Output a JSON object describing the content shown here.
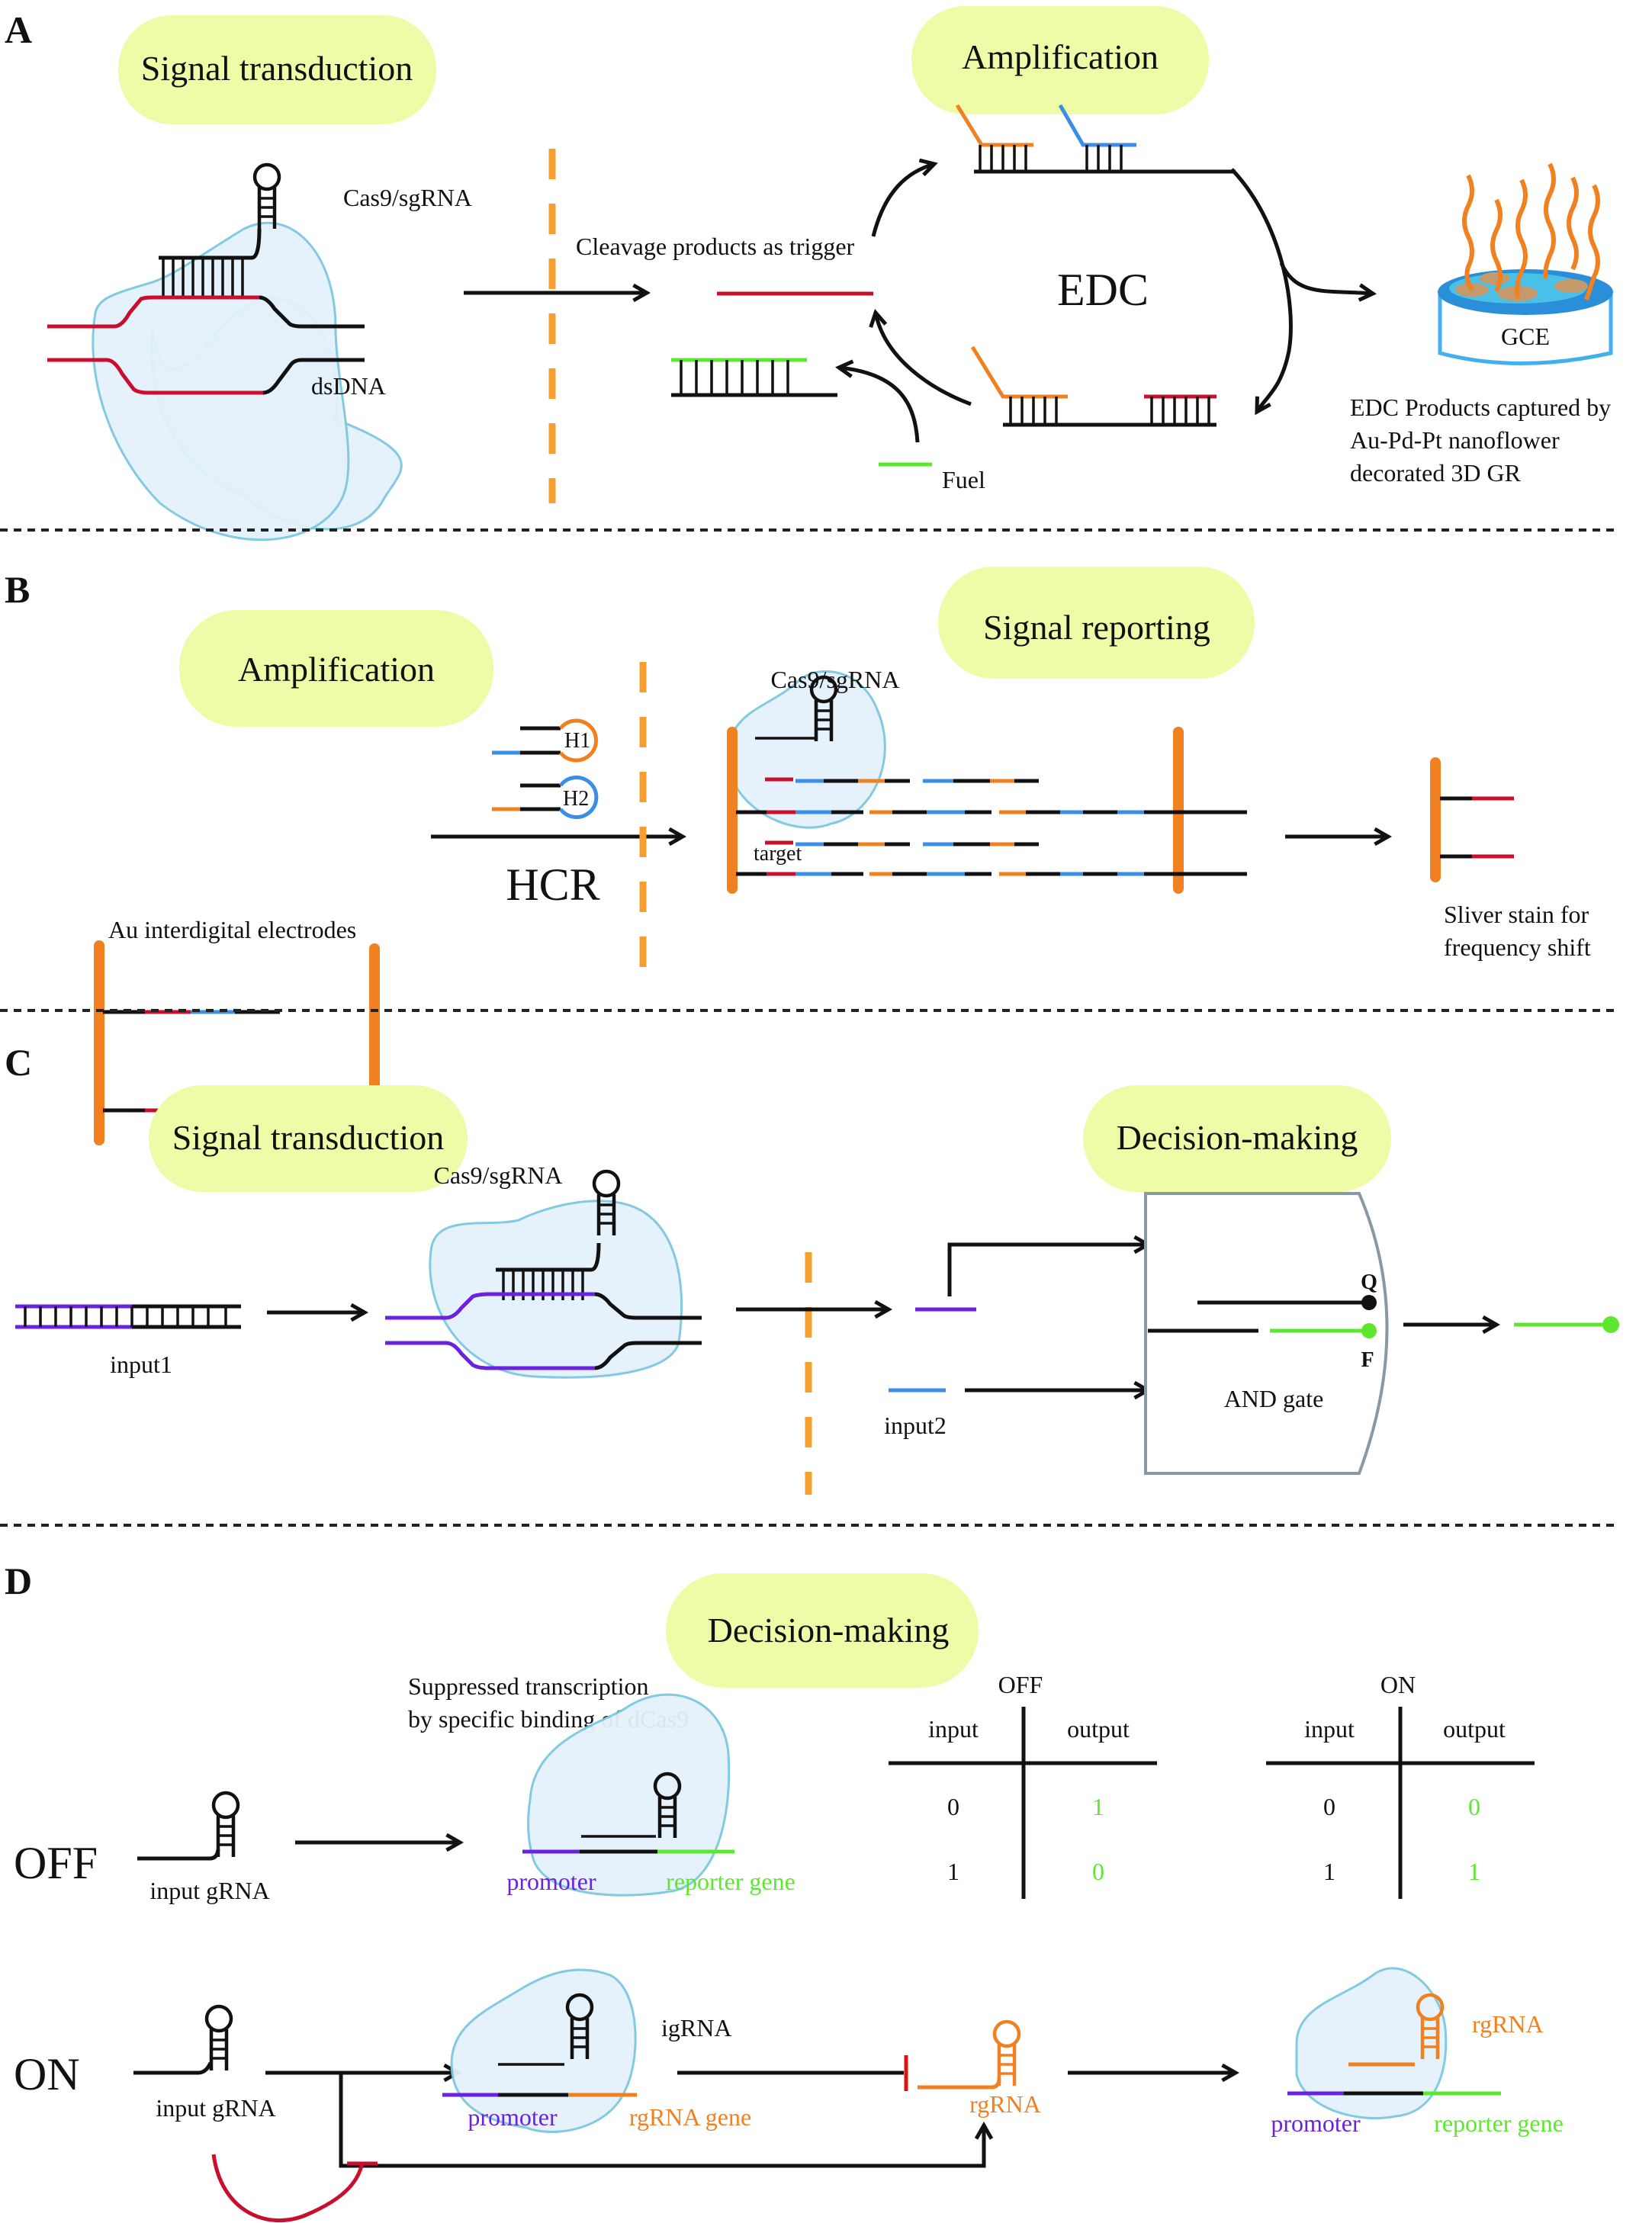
{
  "figure": {
    "panels": [
      {
        "letter": "A",
        "stages": [
          "Signal transduction",
          "Amplification"
        ],
        "labels": {
          "complex": "Cas9/sgRNA",
          "dsdna": "dsDNA",
          "trigger": "Cleavage products as trigger",
          "cycle": "EDC",
          "fuel": "Fuel",
          "electrode": "GCE",
          "capture_line1": "EDC Products captured by",
          "capture_line2": "Au-Pd-Pt nanoflower",
          "capture_line3": "decorated 3D GR"
        }
      },
      {
        "letter": "B",
        "stages": [
          "Amplification",
          "Signal reporting"
        ],
        "labels": {
          "hairpin1": "H1",
          "hairpin2": "H2",
          "method": "HCR",
          "electrodes": "Au interdigital electrodes",
          "complex": "Cas9/sgRNA",
          "target": "target",
          "readout_line1": "Sliver stain for",
          "readout_line2": "frequency shift"
        }
      },
      {
        "letter": "C",
        "stages": [
          "Signal transduction",
          "Decision-making"
        ],
        "labels": {
          "input1": "input1",
          "complex": "Cas9/sgRNA",
          "input2": "input2",
          "quencher": "Q",
          "fluorophore": "F",
          "gate": "AND gate"
        }
      },
      {
        "letter": "D",
        "stages": [
          "Decision-making"
        ],
        "labels": {
          "suppressed_line1": "Suppressed transcription",
          "suppressed_line2": "by specific binding of dCas9",
          "off_state": "OFF",
          "on_state": "ON",
          "input_grna": "input gRNA",
          "promoter": "promoter",
          "reporter_gene": "reporter gene",
          "igrna": "igRNA",
          "rgrna_gene": "rgRNA gene",
          "rgrna": "rgRNA"
        },
        "truth_tables": [
          {
            "title": "OFF",
            "headers": [
              "input",
              "output"
            ],
            "rows": [
              [
                "0",
                "1"
              ],
              [
                "1",
                "0"
              ]
            ]
          },
          {
            "title": "ON",
            "headers": [
              "input",
              "output"
            ],
            "rows": [
              [
                "0",
                "0"
              ],
              [
                "1",
                "1"
              ]
            ]
          }
        ]
      }
    ],
    "colors": {
      "pill": "#eefca8",
      "cleavage_strand": "#c8102e",
      "fuel_strand": "#5de830",
      "hairpin_h1": "#f08020",
      "hairpin_h2": "#3a8ee8",
      "input1_strand": "#6a22e0",
      "promoter": "#6a22e0",
      "reporter": "#5de830",
      "rgrna": "#f08020",
      "inhibition": "#c8102e"
    }
  }
}
